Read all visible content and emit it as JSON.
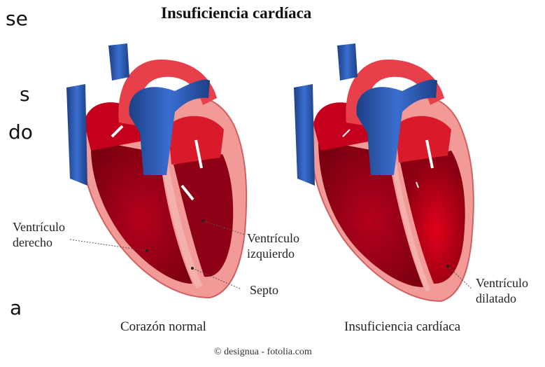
{
  "title": "Insuficiencia cardíaca",
  "side_fragments": [
    "se",
    "s",
    "do",
    "a"
  ],
  "labels": {
    "right_ventricle": [
      "Ventrículo",
      "derecho"
    ],
    "left_ventricle": [
      "Ventrículo",
      "izquierdo"
    ],
    "septum": "Septo",
    "dilated_ventricle": [
      "Ventrículo",
      "dilatado"
    ]
  },
  "captions": {
    "normal": "Corazón normal",
    "failure": "Insuficiencia cardíaca"
  },
  "credit": "© designua - fotolia.com",
  "colors": {
    "vein_blue": "#2f5fb3",
    "artery_red": "#e8404a",
    "muscle": "#c8102e",
    "outer": "#f28a8a",
    "dark_chamber": "#7a0010"
  }
}
